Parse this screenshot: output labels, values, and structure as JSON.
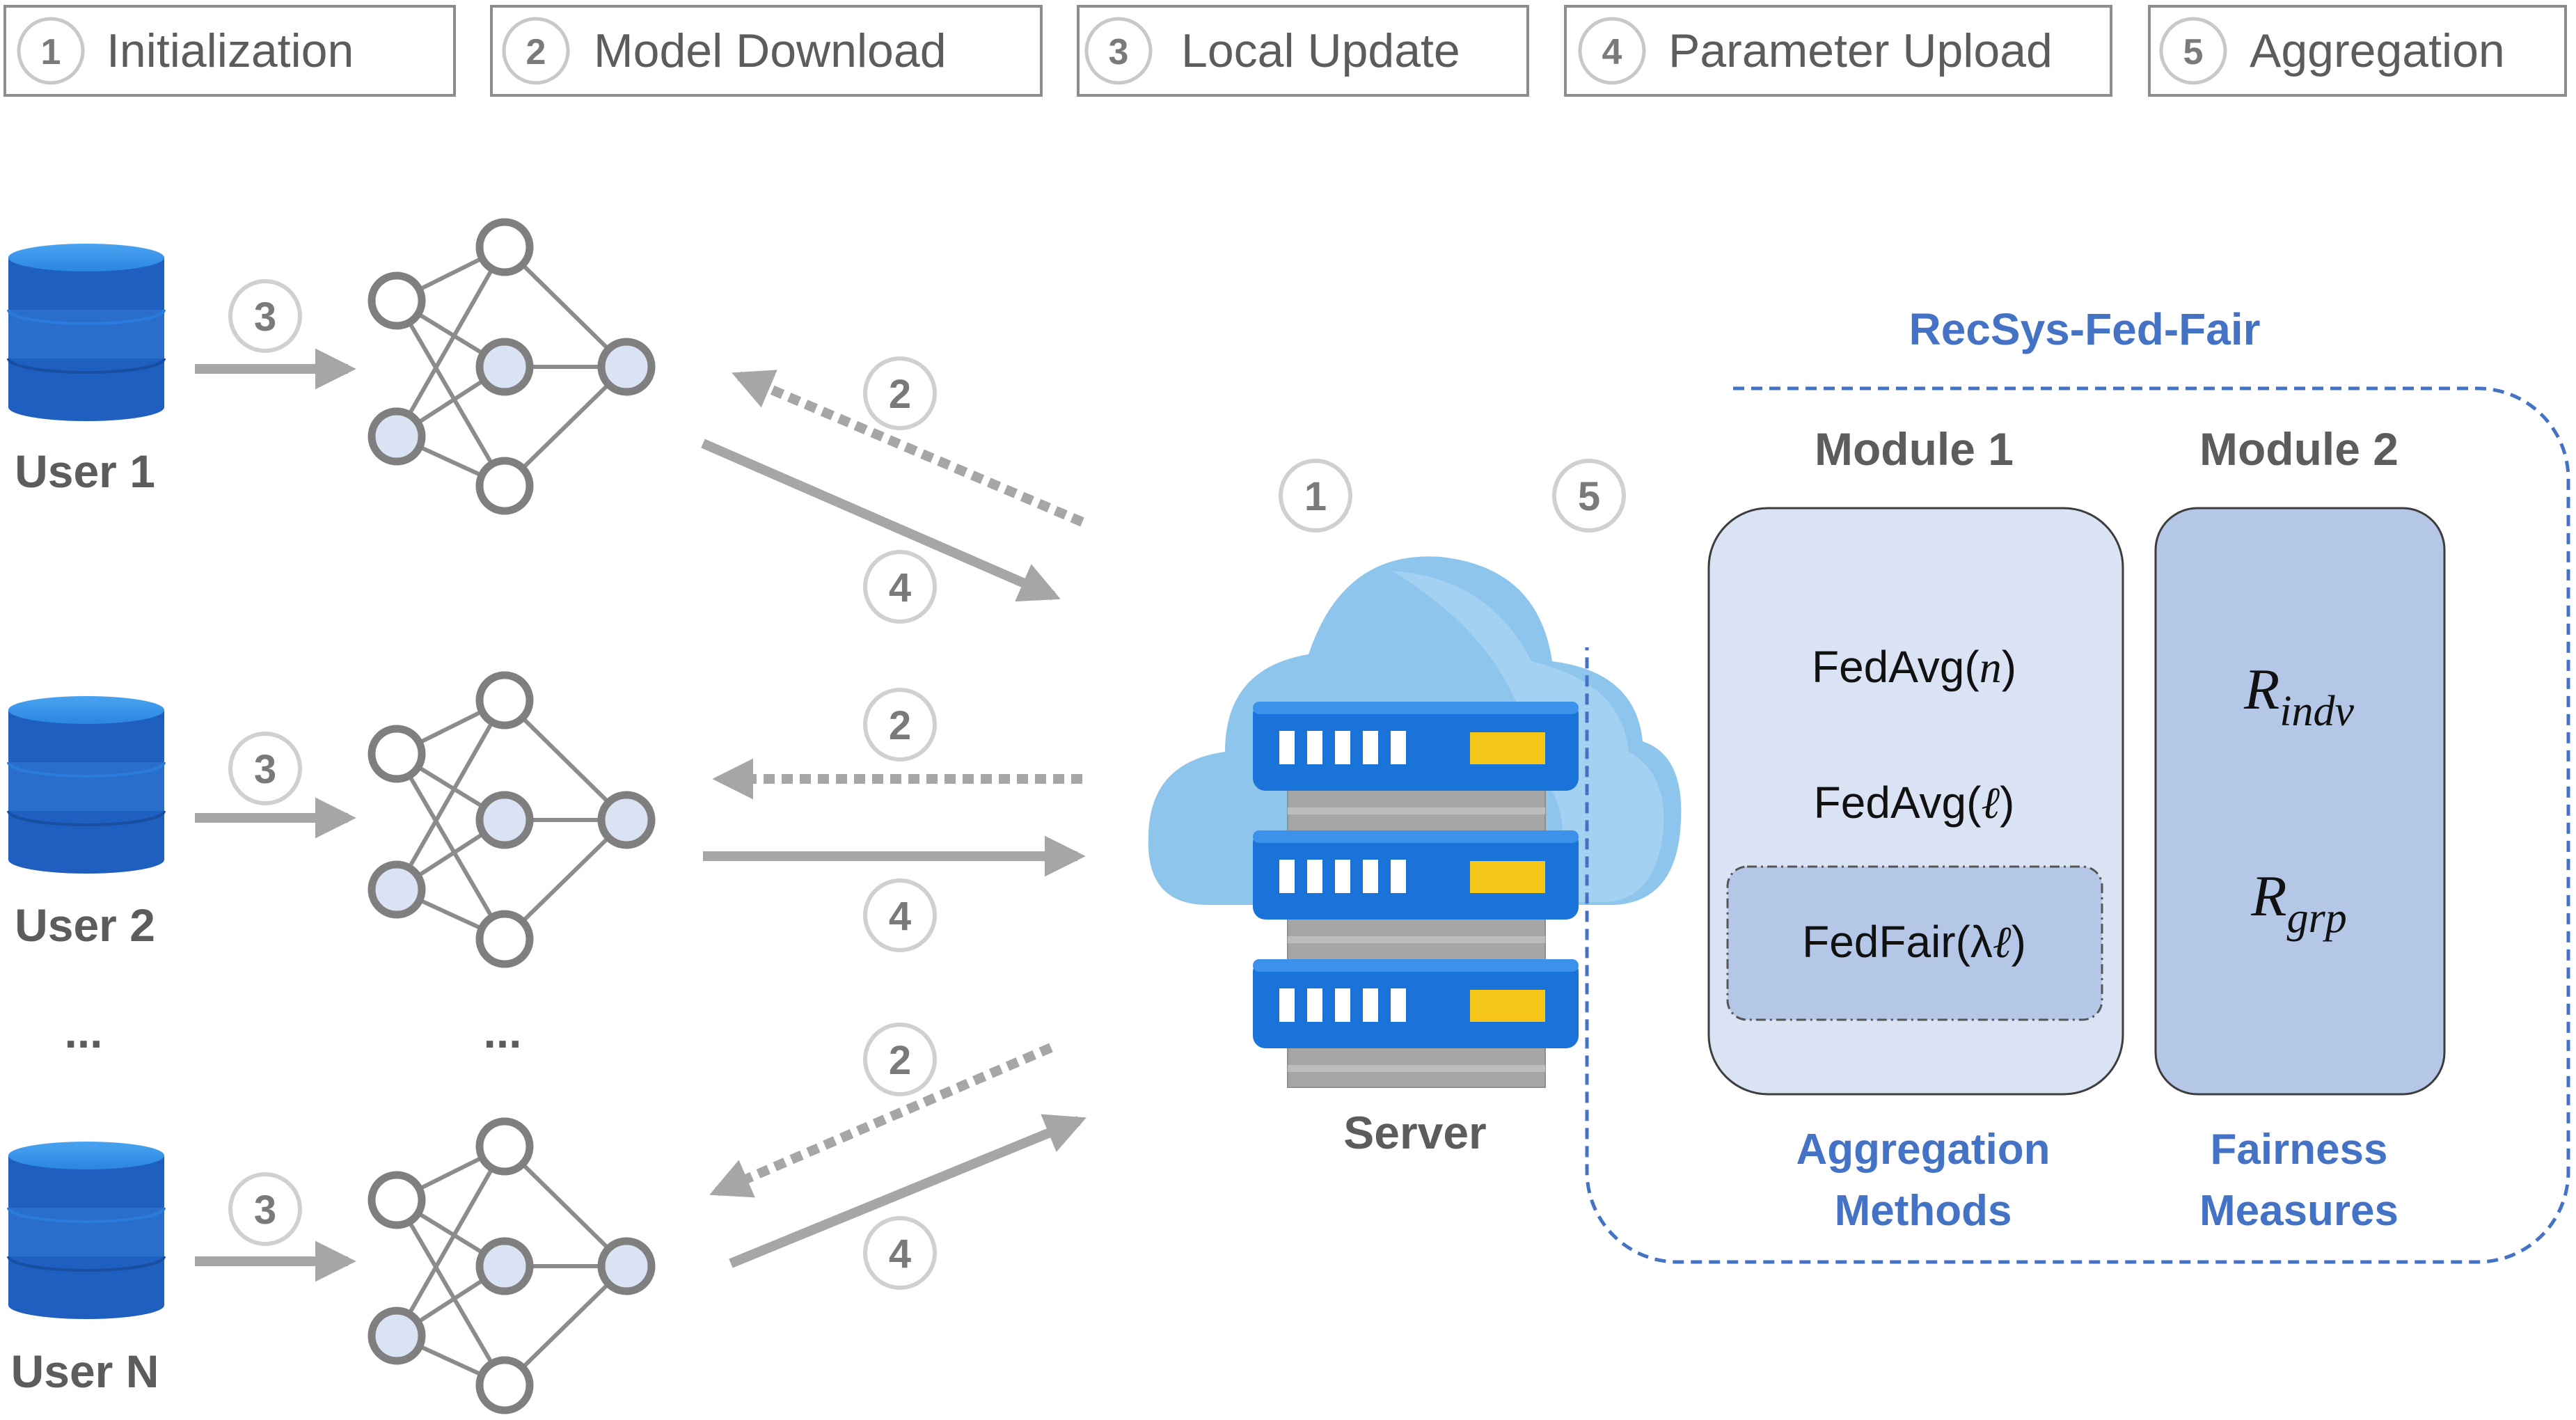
{
  "legend": [
    {
      "num": "1",
      "label": "Initialization"
    },
    {
      "num": "2",
      "label": "Model Download"
    },
    {
      "num": "3",
      "label": "Local Update"
    },
    {
      "num": "4",
      "label": "Parameter Upload"
    },
    {
      "num": "5",
      "label": "Aggregation"
    }
  ],
  "users": [
    {
      "label": "User 1",
      "step": "3"
    },
    {
      "label": "User 2",
      "step": "3"
    },
    {
      "label": "User N",
      "step": "3"
    }
  ],
  "ellipsis": "...",
  "arrows": {
    "download_step": "2",
    "upload_step": "4"
  },
  "server": {
    "label": "Server",
    "step_init": "1",
    "step_agg": "5"
  },
  "system": {
    "title": "RecSys-Fed-Fair",
    "module1": {
      "title": "Module 1",
      "items": [
        "FedAvg(",
        "n",
        ")",
        "FedAvg(",
        "ℓ",
        ")",
        "FedFair(λ",
        "ℓ",
        ")"
      ],
      "caption_line1": "Aggregation",
      "caption_line2": "Methods"
    },
    "module2": {
      "title": "Module 2",
      "r1": "R",
      "r1_sub": "indv",
      "r2": "R",
      "r2_sub": "grp",
      "caption_line1": "Fairness",
      "caption_line2": "Measures"
    }
  },
  "colors": {
    "accent_blue": "#4472c4",
    "arrow_gray": "#a6a6a6",
    "db_blue": "#1f5fbf",
    "cloud_blue": "#8ec5ec",
    "server_blue": "#1a73d9",
    "server_yellow": "#f5c518",
    "module1_fill": "#dae3f3",
    "module2_fill": "#b4c7e7"
  }
}
